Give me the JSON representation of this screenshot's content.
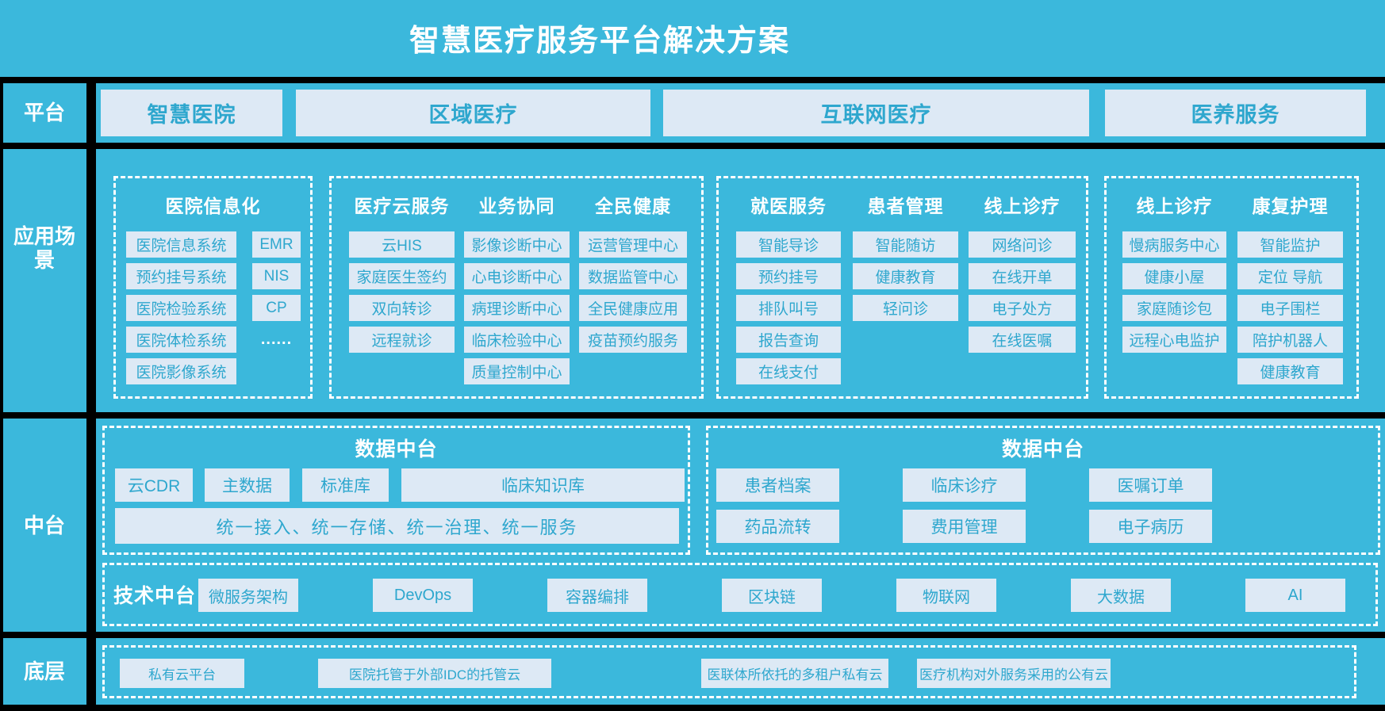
{
  "title": "智慧医疗服务平台解决方案",
  "left_labels": {
    "platform": "平台",
    "scenarios_line1": "应用场",
    "scenarios_line2": "景",
    "middle": "中台",
    "bottom": "底层"
  },
  "platform_boxes": [
    "智慧医院",
    "区域医疗",
    "互联网医疗",
    "医养服务"
  ],
  "scenario_groups": [
    {
      "header": "医院信息化",
      "main_items": [
        "医院信息系统",
        "预约挂号系统",
        "医院检验系统",
        "医院体检系统",
        "医院影像系统"
      ],
      "side_items": [
        "EMR",
        "NIS",
        "CP"
      ],
      "side_more": "......"
    },
    {
      "columns": [
        {
          "header": "医疗云服务",
          "items": [
            "云HIS",
            "家庭医生签约",
            "双向转诊",
            "远程就诊"
          ]
        },
        {
          "header": "业务协同",
          "items": [
            "影像诊断中心",
            "心电诊断中心",
            "病理诊断中心",
            "临床检验中心",
            "质量控制中心"
          ]
        },
        {
          "header": "全民健康",
          "items": [
            "运营管理中心",
            "数据监管中心",
            "全民健康应用",
            "疫苗预约服务"
          ]
        }
      ]
    },
    {
      "columns": [
        {
          "header": "就医服务",
          "items": [
            "智能导诊",
            "预约挂号",
            "排队叫号",
            "报告查询",
            "在线支付"
          ]
        },
        {
          "header": "患者管理",
          "items": [
            "智能随访",
            "健康教育",
            "轻问诊"
          ]
        },
        {
          "header": "线上诊疗",
          "items": [
            "网络问诊",
            "在线开单",
            "电子处方",
            "在线医嘱"
          ]
        }
      ]
    },
    {
      "columns": [
        {
          "header": "线上诊疗",
          "items": [
            "慢病服务中心",
            "健康小屋",
            "家庭随诊包",
            "远程心电监护"
          ]
        },
        {
          "header": "康复护理",
          "items": [
            "智能监护",
            "定位 导航",
            "电子围栏",
            "陪护机器人",
            "健康教育"
          ]
        }
      ]
    }
  ],
  "data_platform_left": {
    "header": "数据中台",
    "boxes": [
      "云CDR",
      "主数据",
      "标准库",
      "临床知识库"
    ],
    "bar": "统一接入、统一存储、统一治理、统一服务"
  },
  "data_platform_right": {
    "header": "数据中台",
    "row1": [
      "患者档案",
      "临床诊疗",
      "医嘱订单"
    ],
    "row2": [
      "药品流转",
      "费用管理",
      "电子病历"
    ]
  },
  "tech_platform": {
    "label": "技术中台",
    "items": [
      "微服务架构",
      "DevOps",
      "容器编排",
      "区块链",
      "物联网",
      "大数据",
      "AI"
    ]
  },
  "bottom_layer": [
    "私有云平台",
    "医院托管于外部IDC的托管云",
    "医联体所依托的多租户私有云",
    "医疗机构对外服务采用的公有云"
  ],
  "colors": {
    "background": "#3BB8DC",
    "box_bg": "#DDE9F5",
    "box_text": "#2EA7CE",
    "header_text": "#FFFFFF",
    "divider": "#000000"
  }
}
